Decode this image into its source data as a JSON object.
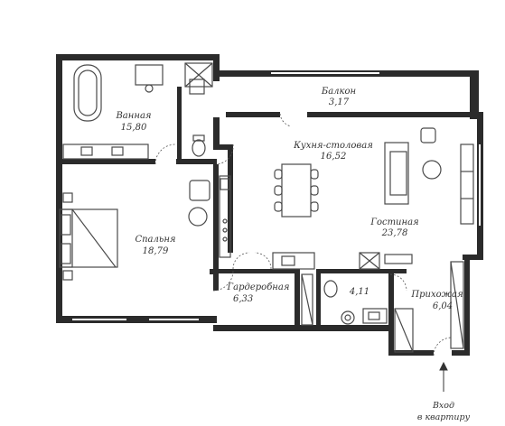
{
  "rooms": [
    {
      "key": "balcony",
      "name": "Балкон",
      "area": "3,17"
    },
    {
      "key": "bathroom",
      "name": "Ванная",
      "area": "15,80"
    },
    {
      "key": "kitchen",
      "name": "Кухня-столовая",
      "area": "16,52"
    },
    {
      "key": "living",
      "name": "Гостиная",
      "area": "23,78"
    },
    {
      "key": "bedroom",
      "name": "Спальня",
      "area": "18,79"
    },
    {
      "key": "wardrobe",
      "name": "Гардеробная",
      "area": "6,33"
    },
    {
      "key": "wc",
      "name": "",
      "area": "4,11"
    },
    {
      "key": "hall",
      "name": "Прихожая",
      "area": "6,04"
    }
  ],
  "entrance": {
    "line1": "Вход",
    "line2": "в квартиру"
  },
  "colors": {
    "wall": "#2b2b2b",
    "furniture": "#4a4a4a",
    "background": "#ffffff"
  }
}
